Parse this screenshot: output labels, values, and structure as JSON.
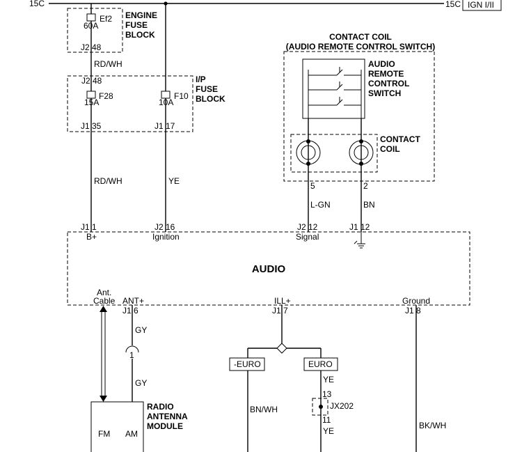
{
  "power_bus": {
    "left_label": "15C",
    "right_label": "15C",
    "ign_label": "IGN I/II"
  },
  "engine_fuse_block": {
    "title_lines": [
      "ENGINE",
      "FUSE",
      "BLOCK"
    ],
    "fuse_name": "Ef2",
    "fuse_rating": "60A",
    "pin": "J2 48"
  },
  "wire_rdwh_1": "RD/WH",
  "ip_fuse_block": {
    "title_lines": [
      "I/P",
      "FUSE",
      "BLOCK"
    ],
    "top_pin": "J2 48",
    "fuse_a": {
      "name": "F28",
      "rating": "15A",
      "pin": "J1 35"
    },
    "fuse_b": {
      "name": "F10",
      "rating": "10A",
      "pin": "J1 17"
    }
  },
  "wire_rdwh_2": "RD/WH",
  "wire_ye_1": "YE",
  "contact_coil_header": [
    "CONTACT COIL",
    "(AUDIO REMOTE CONTROL SWITCH)"
  ],
  "remote_switch_lines": [
    "AUDIO",
    "REMOTE",
    "CONTROL",
    "SWITCH"
  ],
  "contact_coil_lines": [
    "CONTACT",
    "COIL"
  ],
  "coil_pins": {
    "left": "5",
    "right": "2"
  },
  "wire_lgn": "L-GN",
  "wire_bn": "BN",
  "audio": {
    "title": "AUDIO",
    "top_pins": [
      {
        "pin": "J1 1",
        "label": "B+"
      },
      {
        "pin": "J2 16",
        "label": "Ignition"
      },
      {
        "pin": "J2 12",
        "label": "Signal"
      },
      {
        "pin": "J1 12",
        "label": ""
      }
    ],
    "bottom_pins": [
      {
        "pin": "J1 6",
        "label": "ANT+"
      },
      {
        "pin": "J1 7",
        "label": "ILL+"
      },
      {
        "pin": "J1 8",
        "label": "Ground"
      }
    ],
    "ant_cable_lines": [
      "Ant.",
      "Cable"
    ]
  },
  "wire_gy_1": "GY",
  "connector_num": "1",
  "wire_gy_2": "GY",
  "antenna_module": {
    "title_lines": [
      "RADIO",
      "ANTENNA",
      "MODULE"
    ],
    "fm": "FM",
    "am": "AM"
  },
  "option_left": "-EURO",
  "option_right": "EURO",
  "wire_ye_2": "YE",
  "wire_bnwh": "BN/WH",
  "jx202": {
    "name": "JX202",
    "pin_top": "13",
    "pin_bottom": "11"
  },
  "wire_ye_3": "YE",
  "wire_bkwh": "BK/WH"
}
